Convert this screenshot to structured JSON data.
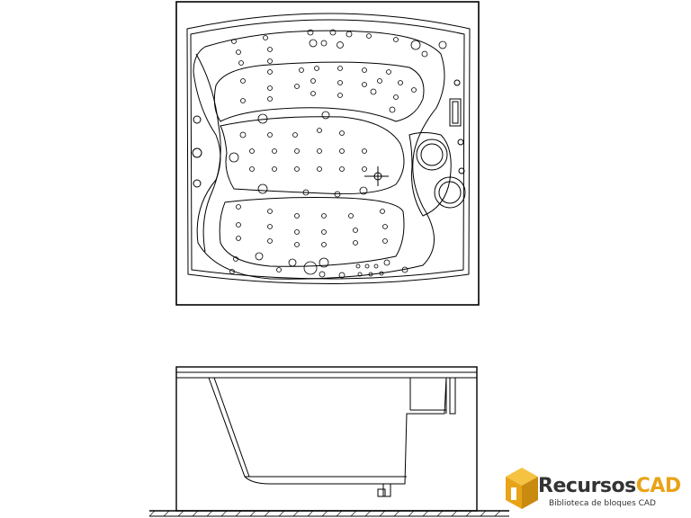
{
  "drawing": {
    "top_view": "bathtub plan view",
    "front_view": "bathtub elevation view"
  },
  "logo": {
    "brand_main": "Recursos",
    "brand_accent": "CAD",
    "tagline": "Biblioteca de bloques CAD",
    "accent_color": "#e8a317",
    "text_color": "#333333"
  }
}
